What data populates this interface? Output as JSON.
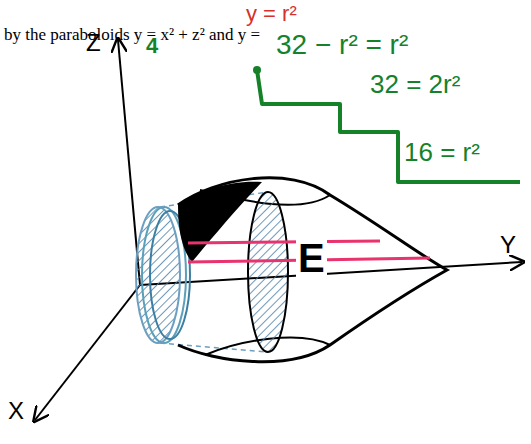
{
  "diagram": {
    "labels": [
      "by the paraboloids y = x² + z² and y =",
      "y = r²",
      "32 − r² = r²",
      "32 = 2r²",
      "16 = r²",
      "Z",
      "4",
      "E",
      "X",
      "Y"
    ]
  }
}
